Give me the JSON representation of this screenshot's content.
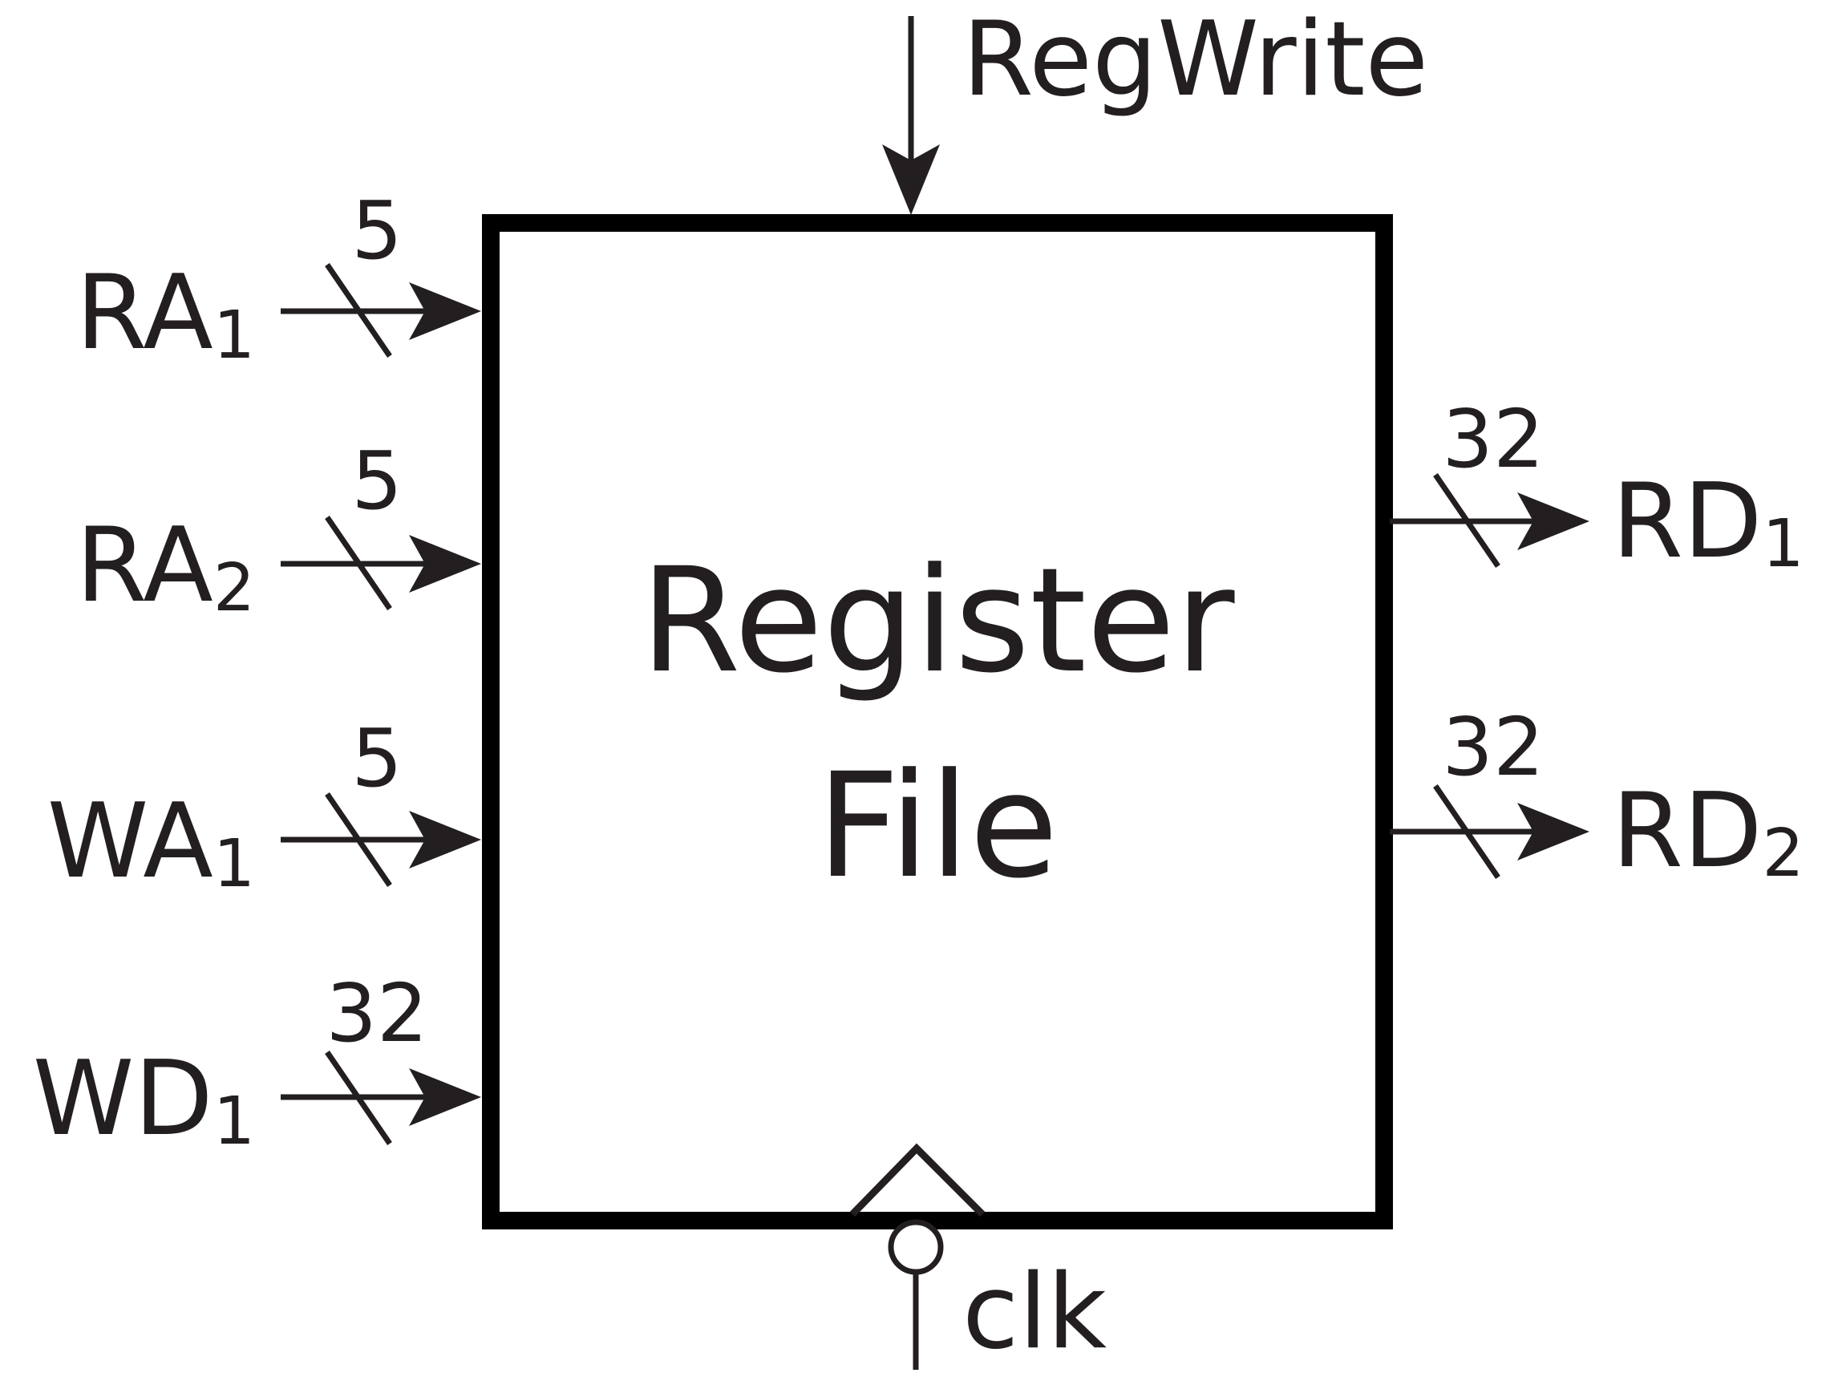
{
  "block": {
    "title_line1": "Register",
    "title_line2": "File"
  },
  "control": {
    "regwrite": "RegWrite",
    "clock": "clk"
  },
  "inputs": [
    {
      "name": "RA",
      "sub": "1",
      "width": "5"
    },
    {
      "name": "RA",
      "sub": "2",
      "width": "5"
    },
    {
      "name": "WA",
      "sub": "1",
      "width": "5"
    },
    {
      "name": "WD",
      "sub": "1",
      "width": "32"
    }
  ],
  "outputs": [
    {
      "name": "RD",
      "sub": "1",
      "width": "32"
    },
    {
      "name": "RD",
      "sub": "2",
      "width": "32"
    }
  ],
  "colors": {
    "ink": "#231f20",
    "box": "#000000",
    "background": "#ffffff"
  }
}
